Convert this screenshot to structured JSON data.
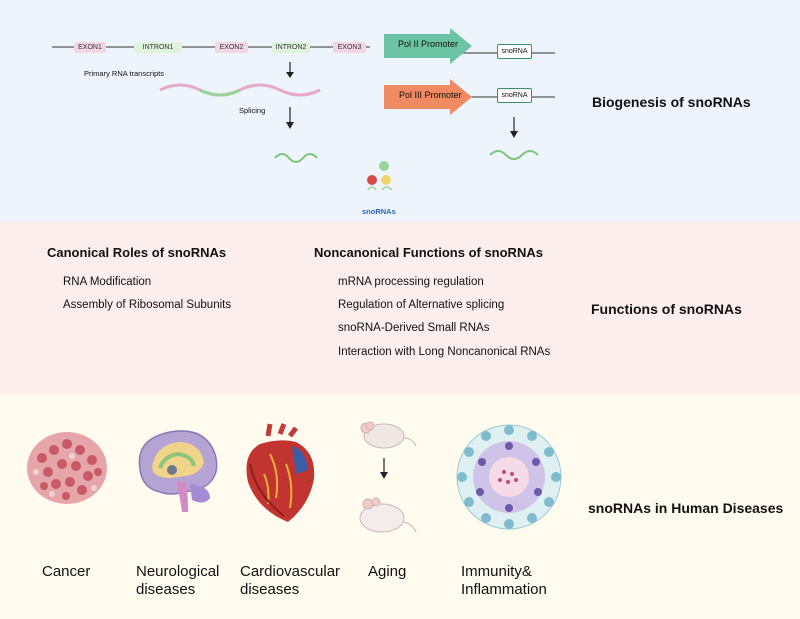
{
  "biogenesis": {
    "title": "Biogenesis of snoRNAs",
    "gene": {
      "exon1": "EXON1",
      "intron1": "INTRON1",
      "exon2": "EXON2",
      "intron2": "INTRON2",
      "exon3": "EXON3"
    },
    "primary_label": "Primary RNA transcripts",
    "splicing_label": "Splicing",
    "pol2_label": "Pol II Promoter",
    "pol3_label": "Pol III Promoter",
    "snorna_box_1": "snoRNA",
    "snorna_box_2": "snoRNA",
    "snornas_label": "snoRNAs",
    "colors": {
      "exon": "#f3d6e4",
      "intron": "#dff3dc",
      "pol2": "#6cc4a4",
      "pol3": "#ef8a62",
      "wave": "#7cc47c",
      "snornas_text": "#2a63b7"
    }
  },
  "functions": {
    "title": "Functions of snoRNAs",
    "canonical_title": "Canonical Roles of snoRNAs",
    "canonical_items": [
      "RNA Modification",
      "Assembly of Ribosomal Subunits"
    ],
    "noncanonical_title": "Noncanonical Functions of snoRNAs",
    "noncanonical_items": [
      "mRNA processing regulation",
      "Regulation of Alternative splicing",
      "snoRNA-Derived Small RNAs",
      "Interaction with Long Noncanonical RNAs"
    ]
  },
  "diseases": {
    "title": "snoRNAs in Human Diseases",
    "cancer": "Cancer",
    "neuro_1": "Neurological",
    "neuro_2": "diseases",
    "cardio_1": "Cardiovascular",
    "cardio_2": "diseases",
    "aging": "Aging",
    "immunity_1": "Immunity&",
    "immunity_2": "Inflammation"
  },
  "icons": [
    "cancer-cells-icon",
    "brain-icon",
    "heart-icon",
    "mouse-icon",
    "immune-cells-icon"
  ]
}
